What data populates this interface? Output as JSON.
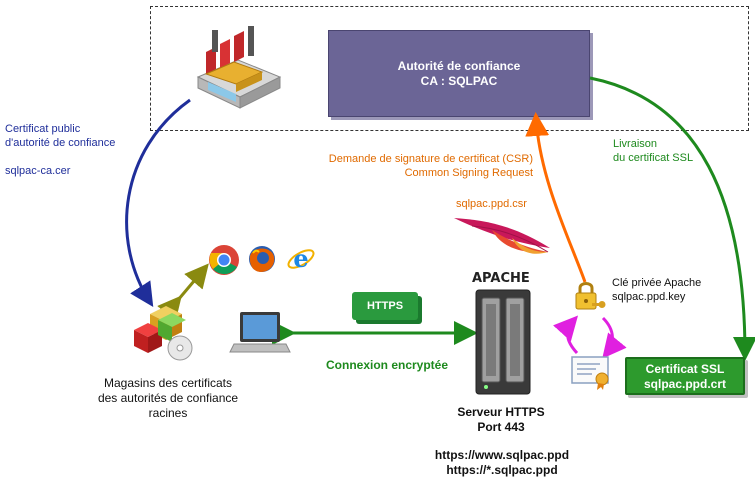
{
  "ca_box": {
    "line1": "Autorité de confiance",
    "line2": "CA : SQLPAC"
  },
  "public_cert": {
    "line1": "Certificat public",
    "line2": "d'autorité de confiance",
    "file": "sqlpac-ca.cer"
  },
  "csr": {
    "line1": "Demande de signature de certificat (CSR)",
    "line2": "Common Signing Request",
    "file": "sqlpac.ppd.csr"
  },
  "delivery": {
    "line1": "Livraison",
    "line2": "du certificat SSL"
  },
  "private_key": {
    "line1": "Clé privée Apache",
    "line2": "sqlpac.ppd.key"
  },
  "ssl_cert": {
    "line1": "Certificat SSL",
    "line2": "sqlpac.ppd.crt"
  },
  "https_badge": "HTTPS",
  "connection": "Connexion encryptée",
  "stores": {
    "line1": "Magasins des certificats",
    "line2": "des autorités de confiance",
    "line3": "racines"
  },
  "server": {
    "line1": "Serveur HTTPS",
    "line2": "Port 443",
    "apache_logo": "APACHE"
  },
  "urls": [
    "https://www.sqlpac.ppd",
    "https://*.sqlpac.ppd"
  ],
  "colors": {
    "ca_fill": "#6b6596",
    "blue_arrow": "#1f2e9a",
    "orange_arrow": "#ff6a00",
    "green_arrow": "#1e8a1e",
    "olive_arrow": "#8a8a10",
    "magenta_arrow": "#e020e0"
  },
  "icons": [
    "factory-icon",
    "chrome-icon",
    "firefox-icon",
    "ie-icon",
    "certificate-store-icon",
    "laptop-icon",
    "server-icon",
    "apache-feather-icon",
    "lock-key-icon",
    "certificate-icon"
  ]
}
